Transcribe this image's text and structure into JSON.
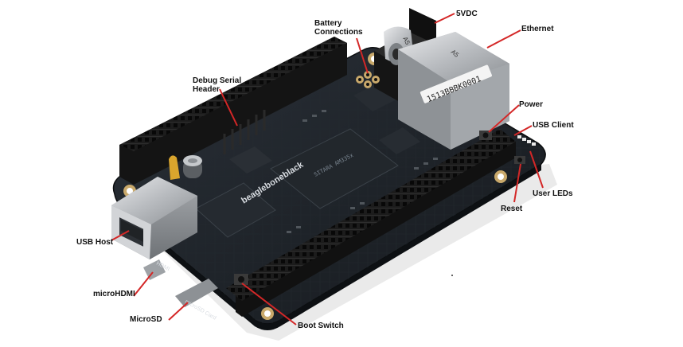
{
  "colors": {
    "board": "#1b2025",
    "leader": "#d42727",
    "header": "#202020",
    "pad": "#c9a96b",
    "metal": "#b9bcc0"
  },
  "labels": {
    "v5dc": "5VDC",
    "ethernet": "Ethernet",
    "battery_line1": "Battery",
    "battery_line2": "Connections",
    "debug_line1": "Debug Serial",
    "debug_line2": "Header",
    "power": "Power",
    "usb_client": "USB Client",
    "user_leds": "User LEDs",
    "reset": "Reset",
    "usb_host": "USB Host",
    "micro_hdmi": "microHDMI",
    "micro_sd": "MicroSD",
    "boot_switch": "Boot Switch"
  },
  "board_markings": {
    "jack_code": "A5",
    "ethernet_code": "1513BBBK0001",
    "ethernet_code2": "A5",
    "brand": "beagleboneblack",
    "hdmi": "HDMI",
    "sd": "microSD Card"
  },
  "icons": {
    "dc-jack": "barrel-jack",
    "rj45": "ethernet-port",
    "usb-a": "usb-port"
  }
}
